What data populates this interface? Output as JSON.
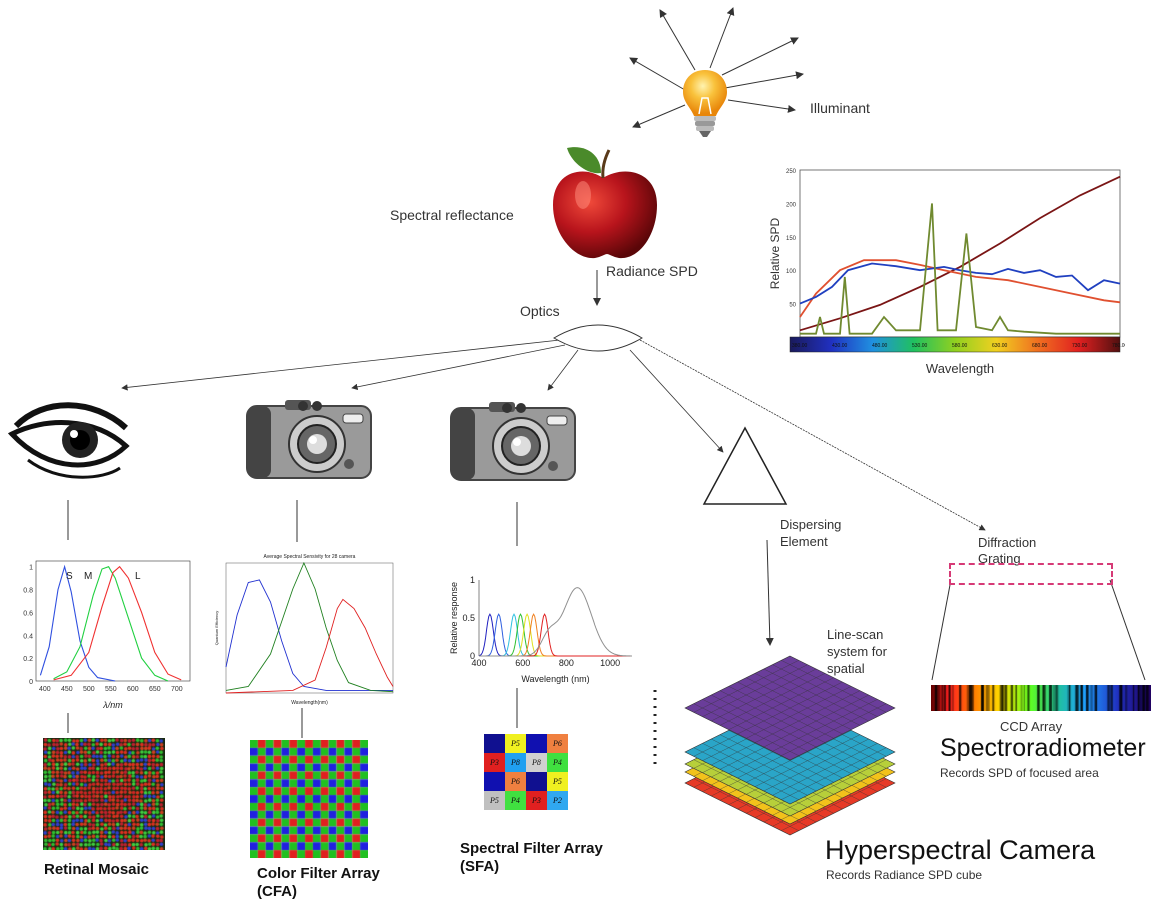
{
  "labels": {
    "illuminant": "Illuminant",
    "spectral_reflectance": "Spectral reflectance",
    "radiance_spd": "Radiance SPD",
    "optics": "Optics",
    "dispersing_element": "Dispersing\nElement",
    "diffraction_grating": "Diffraction\nGrating",
    "line_scan": "Line-scan\nsystem for\nspatial",
    "ccd_array": "CCD Array",
    "spectroradiometer": "Spectroradiometer",
    "spectroradiometer_sub": "Records SPD of focused area",
    "hyperspectral": "Hyperspectral Camera",
    "hyperspectral_sub": "Records Radiance SPD cube",
    "retinal_mosaic": "Retinal Mosaic",
    "cfa": "Color Filter Array\n(CFA)",
    "sfa": "Spectral Filter Array\n(SFA)"
  },
  "colors": {
    "bulb": "#f6a21a",
    "apple": "#b8141c",
    "cube_top": "#6a3d9a",
    "cube_2": "#2aa5c8",
    "cube_3": "#b7cf3a",
    "cube_4": "#f2c21b",
    "cube_5": "#e63a27",
    "grating_box": "#d63a76"
  },
  "chart_data": [
    {
      "id": "spd",
      "type": "line",
      "ylabel": "Relative SPD",
      "xlabel": "Wavelength",
      "ylim": [
        0,
        250
      ],
      "yticks": [
        50,
        100,
        150,
        200,
        250
      ],
      "colorbar_ticks": [
        "380.00",
        "430.00",
        "480.00",
        "530.00",
        "580.00",
        "630.00",
        "680.00",
        "730.00",
        "780.00"
      ],
      "series": [
        {
          "color": "#7a1515",
          "values": [
            [
              380,
              10
            ],
            [
              430,
              28
            ],
            [
              480,
              48
            ],
            [
              530,
              75
            ],
            [
              580,
              105
            ],
            [
              630,
              140
            ],
            [
              680,
              178
            ],
            [
              730,
              212
            ],
            [
              780,
              240
            ]
          ]
        },
        {
          "color": "#e05030",
          "values": [
            [
              380,
              30
            ],
            [
              400,
              65
            ],
            [
              430,
              100
            ],
            [
              460,
              115
            ],
            [
              500,
              115
            ],
            [
              530,
              108
            ],
            [
              560,
              100
            ],
            [
              600,
              90
            ],
            [
              640,
              85
            ],
            [
              680,
              75
            ],
            [
              720,
              65
            ],
            [
              760,
              55
            ],
            [
              780,
              52
            ]
          ]
        },
        {
          "color": "#2040c0",
          "values": [
            [
              380,
              50
            ],
            [
              400,
              60
            ],
            [
              420,
              75
            ],
            [
              440,
              100
            ],
            [
              470,
              110
            ],
            [
              500,
              106
            ],
            [
              530,
              100
            ],
            [
              560,
              105
            ],
            [
              580,
              100
            ],
            [
              600,
              96
            ],
            [
              620,
              94
            ],
            [
              640,
              102
            ],
            [
              660,
              96
            ],
            [
              680,
              100
            ],
            [
              700,
              90
            ],
            [
              720,
              92
            ],
            [
              740,
              70
            ],
            [
              760,
              85
            ],
            [
              780,
              80
            ]
          ]
        },
        {
          "color": "#708a30",
          "values": [
            [
              380,
              5
            ],
            [
              400,
              5
            ],
            [
              405,
              30
            ],
            [
              410,
              5
            ],
            [
              430,
              5
            ],
            [
              436,
              90
            ],
            [
              442,
              5
            ],
            [
              470,
              5
            ],
            [
              485,
              30
            ],
            [
              500,
              10
            ],
            [
              530,
              10
            ],
            [
              545,
              200
            ],
            [
              552,
              10
            ],
            [
              575,
              10
            ],
            [
              588,
              155
            ],
            [
              600,
              15
            ],
            [
              620,
              10
            ],
            [
              630,
              30
            ],
            [
              640,
              10
            ],
            [
              660,
              8
            ],
            [
              700,
              5
            ],
            [
              740,
              5
            ],
            [
              780,
              5
            ]
          ]
        }
      ]
    },
    {
      "id": "cones",
      "type": "line",
      "xlabel": "λ/nm",
      "xlim": [
        380,
        730
      ],
      "ylim": [
        0,
        1.05
      ],
      "xticks": [
        400,
        450,
        500,
        550,
        600,
        650,
        700
      ],
      "yticks": [
        0,
        0.2,
        0.4,
        0.6,
        0.8,
        1.0
      ],
      "annotations": [
        "S",
        "M",
        "L"
      ],
      "series": [
        {
          "name": "S",
          "color": "#3050e0",
          "values": [
            [
              390,
              0.05
            ],
            [
              410,
              0.3
            ],
            [
              430,
              0.8
            ],
            [
              445,
              1.0
            ],
            [
              460,
              0.78
            ],
            [
              480,
              0.35
            ],
            [
              500,
              0.12
            ],
            [
              520,
              0.03
            ],
            [
              560,
              0.0
            ]
          ]
        },
        {
          "name": "M",
          "color": "#20d040",
          "values": [
            [
              420,
              0.02
            ],
            [
              450,
              0.08
            ],
            [
              480,
              0.3
            ],
            [
              510,
              0.75
            ],
            [
              530,
              0.98
            ],
            [
              545,
              1.0
            ],
            [
              560,
              0.9
            ],
            [
              590,
              0.55
            ],
            [
              620,
              0.2
            ],
            [
              650,
              0.05
            ],
            [
              680,
              0.0
            ]
          ]
        },
        {
          "name": "L",
          "color": "#f03030",
          "values": [
            [
              420,
              0.01
            ],
            [
              460,
              0.05
            ],
            [
              500,
              0.25
            ],
            [
              530,
              0.65
            ],
            [
              555,
              0.95
            ],
            [
              570,
              1.0
            ],
            [
              590,
              0.9
            ],
            [
              620,
              0.6
            ],
            [
              650,
              0.25
            ],
            [
              680,
              0.06
            ],
            [
              710,
              0.01
            ]
          ]
        }
      ]
    },
    {
      "id": "cfa",
      "type": "line",
      "title": "Average Spectral Sensivity for 28 camera",
      "xlabel": "Wavelength(nm)",
      "ylabel": "Quantum Efficiency",
      "xlim": [
        400,
        700
      ],
      "ylim": [
        0,
        1
      ],
      "series": [
        {
          "color": "#2030d0",
          "values": [
            [
              400,
              0.2
            ],
            [
              420,
              0.6
            ],
            [
              440,
              0.85
            ],
            [
              460,
              0.87
            ],
            [
              480,
              0.7
            ],
            [
              500,
              0.4
            ],
            [
              520,
              0.15
            ],
            [
              540,
              0.05
            ],
            [
              580,
              0.02
            ],
            [
              700,
              0.02
            ]
          ]
        },
        {
          "color": "#208020",
          "values": [
            [
              400,
              0.02
            ],
            [
              440,
              0.05
            ],
            [
              480,
              0.3
            ],
            [
              500,
              0.55
            ],
            [
              520,
              0.8
            ],
            [
              540,
              1.0
            ],
            [
              560,
              0.8
            ],
            [
              580,
              0.5
            ],
            [
              600,
              0.25
            ],
            [
              620,
              0.08
            ],
            [
              660,
              0.02
            ],
            [
              700,
              0.01
            ]
          ]
        },
        {
          "color": "#e02020",
          "values": [
            [
              400,
              0.0
            ],
            [
              520,
              0.02
            ],
            [
              560,
              0.1
            ],
            [
              580,
              0.35
            ],
            [
              600,
              0.65
            ],
            [
              610,
              0.72
            ],
            [
              630,
              0.65
            ],
            [
              650,
              0.5
            ],
            [
              670,
              0.3
            ],
            [
              690,
              0.12
            ],
            [
              700,
              0.05
            ]
          ]
        }
      ]
    },
    {
      "id": "sfa",
      "type": "line",
      "ylabel": "Relative response",
      "xlabel": "Wavelength (nm)",
      "xlim": [
        400,
        1100
      ],
      "ylim": [
        0,
        1
      ],
      "xticks": [
        400,
        600,
        800,
        1000
      ],
      "yticks": [
        0,
        0.5,
        1
      ],
      "series": [
        {
          "color": "#2020c0",
          "peak": 450
        },
        {
          "color": "#3060e0",
          "peak": 490
        },
        {
          "color": "#30c0e0",
          "peak": 560
        },
        {
          "color": "#30c030",
          "peak": 590
        },
        {
          "color": "#e0e020",
          "peak": 620
        },
        {
          "color": "#f08020",
          "peak": 650
        },
        {
          "color": "#e02020",
          "peak": 700
        },
        {
          "color": "#909090",
          "peak": 850
        }
      ]
    }
  ],
  "sfa_grid": [
    [
      "",
      "P5",
      "",
      "P6"
    ],
    [
      "P3",
      "P8",
      "P8",
      "P4"
    ],
    [
      "",
      "P6",
      "",
      "P5"
    ],
    [
      "P5",
      "P4",
      "P3",
      "P2"
    ]
  ]
}
